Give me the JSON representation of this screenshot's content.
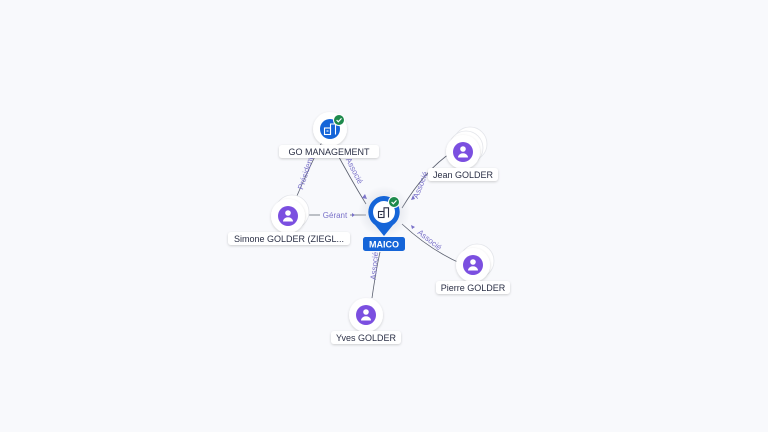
{
  "colors": {
    "background": "#f8f9fc",
    "edge": "#5a5f6e",
    "edge_label": "#7a72c9",
    "company_blue": "#1565d8",
    "person_purple": "#7b4fe0",
    "verified_green": "#1e8a4c",
    "label_text": "#2a2f45"
  },
  "center": {
    "label": "MAICO",
    "icon": "building-icon",
    "verified": true
  },
  "nodes": [
    {
      "id": "go",
      "label": "GO MANAGEMENT",
      "kind": "company",
      "icon": "building-icon",
      "verified": true,
      "stacked": false
    },
    {
      "id": "simone",
      "label": "Simone GOLDER (ZIEGL...",
      "kind": "person",
      "icon": "person-icon",
      "verified": false,
      "stacked": true
    },
    {
      "id": "jean",
      "label": "Jean GOLDER",
      "kind": "person",
      "icon": "person-icon",
      "verified": false,
      "stacked": true
    },
    {
      "id": "pierre",
      "label": "Pierre GOLDER",
      "kind": "person",
      "icon": "person-icon",
      "verified": false,
      "stacked": true
    },
    {
      "id": "yves",
      "label": "Yves GOLDER",
      "kind": "person",
      "icon": "person-icon",
      "verified": false,
      "stacked": false
    }
  ],
  "edges": [
    {
      "id": "go-maico",
      "label": "Associé"
    },
    {
      "id": "simone-go",
      "label": "Président"
    },
    {
      "id": "simone-maico",
      "label": "Gérant"
    },
    {
      "id": "jean-maico",
      "label": "Associé"
    },
    {
      "id": "pierre-maico",
      "label": "Associé"
    },
    {
      "id": "yves-maico",
      "label": "Associé"
    }
  ]
}
